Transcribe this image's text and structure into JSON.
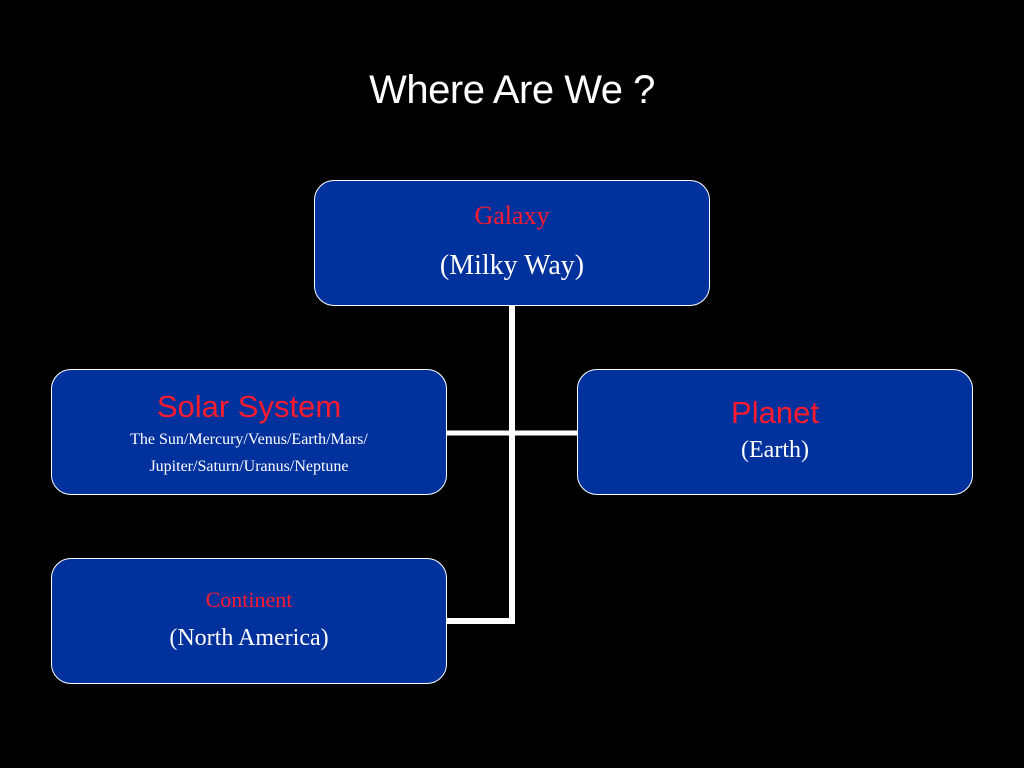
{
  "title": "Where Are We ?",
  "colors": {
    "background": "#000000",
    "box_fill": "#00319c",
    "box_border": "#ffffff",
    "heading_red": "#ff1a2e",
    "text_white": "#ffffff",
    "connector": "#ffffff"
  },
  "nodes": {
    "galaxy": {
      "heading": "Galaxy",
      "subtitle": "(Milky Way)"
    },
    "solar_system": {
      "heading": "Solar System",
      "detail_line1": "The Sun/Mercury/Venus/Earth/Mars/",
      "detail_line2": "Jupiter/Saturn/Uranus/Neptune"
    },
    "planet": {
      "heading": "Planet",
      "subtitle": "(Earth)"
    },
    "continent": {
      "heading": "Continent",
      "subtitle": "(North America)"
    }
  },
  "connections": [
    {
      "from": "galaxy",
      "to": "solar_system"
    },
    {
      "from": "galaxy",
      "to": "planet"
    },
    {
      "from": "galaxy",
      "to": "continent"
    }
  ]
}
